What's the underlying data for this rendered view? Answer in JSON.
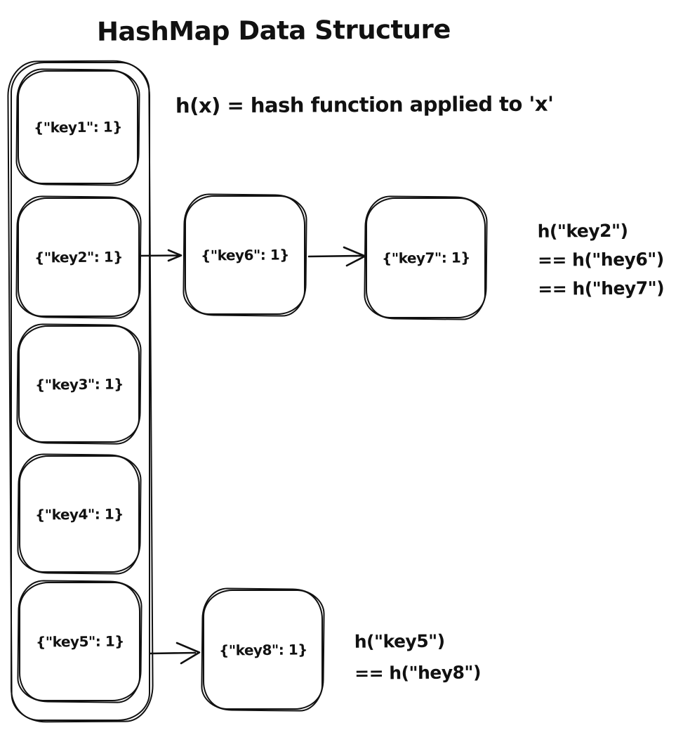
{
  "title": "HashMap Data Structure",
  "formula": "h(x) = hash function applied to 'x'",
  "colors": {
    "ink": "#111111",
    "background": "#ffffff"
  },
  "buckets": [
    {
      "id": "key1",
      "label": "{\"key1\": 1}"
    },
    {
      "id": "key2",
      "label": "{\"key2\": 1}"
    },
    {
      "id": "key3",
      "label": "{\"key3\": 1}"
    },
    {
      "id": "key4",
      "label": "{\"key4\": 1}"
    },
    {
      "id": "key5",
      "label": "{\"key5\": 1}"
    }
  ],
  "chains": {
    "row2": {
      "nodes": [
        {
          "id": "key6",
          "label": "{\"key6\": 1}"
        },
        {
          "id": "key7",
          "label": "{\"key7\": 1}"
        }
      ],
      "note": {
        "line1": "h(\"key2\")",
        "line2": "== h(\"hey6\")",
        "line3": "== h(\"hey7\")"
      }
    },
    "row5": {
      "nodes": [
        {
          "id": "key8",
          "label": "{\"key8\": 1}"
        }
      ],
      "note": {
        "line1": "h(\"key5\")",
        "line2": "== h(\"hey8\")"
      }
    }
  }
}
